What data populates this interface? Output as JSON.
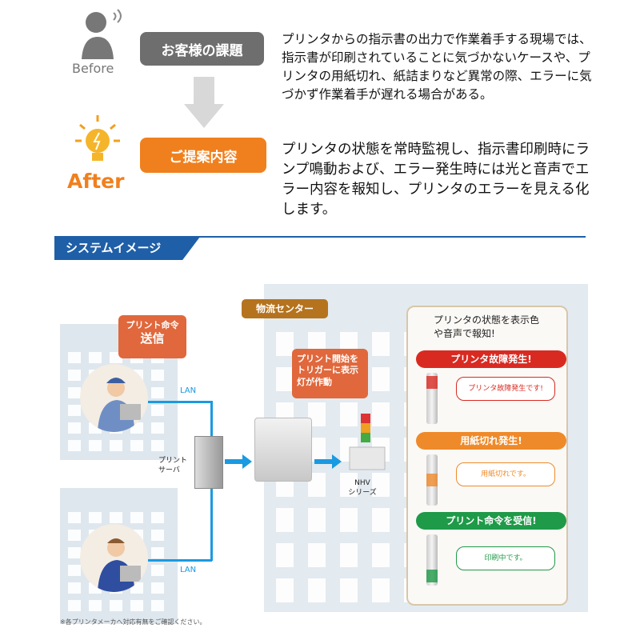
{
  "before": {
    "label": "Before",
    "pill": "お客様の課題",
    "text": "プリンタからの指示書の出力で作業着手する現場では、指示書が印刷されていることに気づかないケースや、プリンタの用紙切れ、紙詰まりなど異常の際、エラーに気づかず作業着手が遅れる場合がある。"
  },
  "after": {
    "label": "After",
    "pill": "ご提案内容",
    "text": "プリンタの状態を常時監視し、指示書印刷時にランプ鳴動および、エラー発生時には光と音声でエラー内容を報知し、プリンタのエラーを見える化します。"
  },
  "section": {
    "title": "システムイメージ"
  },
  "diagram": {
    "center_label": "物流センター",
    "send_bubble_line1": "プリント命令",
    "send_bubble_line2": "送信",
    "trigger_bubble": "プリント開始をトリガーに表示灯が作動",
    "lan1": "LAN",
    "lan2": "LAN",
    "server_label": "プリントサーバ",
    "nhv_line1": "NHV",
    "nhv_line2": "シリーズ",
    "panel_title": "プリンタの状態を表示色や音声で報知!",
    "states": [
      {
        "title": "プリンタ故障発生!",
        "message": "プリンタ故障発生です!",
        "color": "#d92a22"
      },
      {
        "title": "用紙切れ発生!",
        "message": "用紙切れです。",
        "color": "#ef8a2a"
      },
      {
        "title": "プリント命令を受信!",
        "message": "印刷中です。",
        "color": "#1f9a48"
      }
    ],
    "footnote": "※各プリンタメーカへ対応有無をご確認ください。"
  },
  "colors": {
    "gray_pill": "#6e6e6e",
    "orange": "#f0801e",
    "blue": "#1f5fa8"
  }
}
